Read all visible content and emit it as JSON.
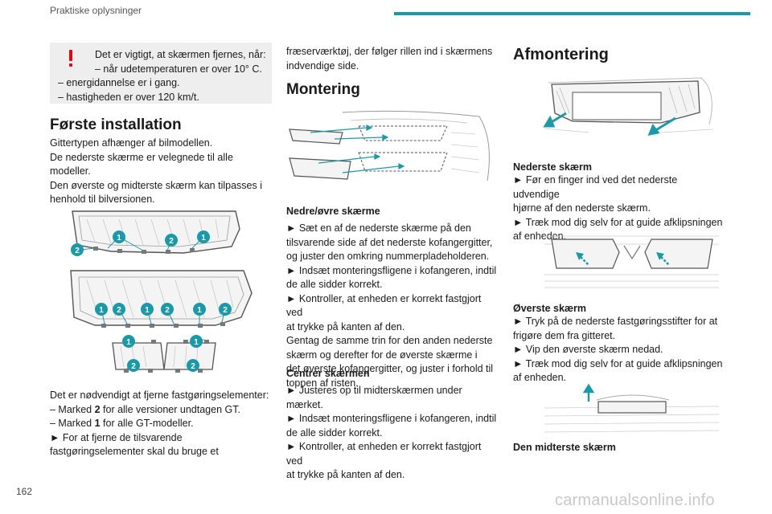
{
  "header": {
    "section": "Praktiske oplysninger",
    "accent": "#1a9aa8"
  },
  "page_number": "162",
  "watermark": "carmanualsonline.info",
  "col1": {
    "warning": {
      "line1": "Det er vigtigt, at skærmen fjernes, når:",
      "line2": "–  når udetemperaturen er over 10° C.",
      "line3": "–  energidannelse er i gang.",
      "line4": "–  hastigheden er over 120 km/t."
    },
    "section_title": "Første installation",
    "intro": [
      "Gittertypen afhænger af bilmodellen.",
      "De nederste skærme er velegnede til alle",
      "modeller.",
      "Den øverste og midterste skærm kan tilpasses i",
      "henhold til bilversionen."
    ],
    "markers": {
      "m1": "1",
      "m2": "2"
    },
    "fasteners": {
      "line1": "Det er nødvendigt at fjerne fastgøringselementer:",
      "line2_pre": "–  Marked ",
      "line2_bold": "2",
      "line2_post": " for alle versioner undtagen GT.",
      "line3_pre": "–  Marked ",
      "line3_bold": "1",
      "line3_post": " for alle GT-modeller.",
      "line4": "►  For at fjerne de tilsvarende",
      "line5": "fastgøringselementer skal du bruge et"
    }
  },
  "col2": {
    "continuation": [
      "fræserværktøj, der følger rillen ind i skærmens",
      "indvendige side."
    ],
    "section_title": "Montering",
    "sub1": {
      "title": "Nedre/øvre skærme",
      "lines": [
        "►  Sæt en af de nederste skærme på den",
        "tilsvarende side af det nederste kofangergitter,",
        "og juster den omkring nummerpladeholderen.",
        "►  Indsæt monteringsfligene i kofangeren, indtil",
        "de alle sidder korrekt.",
        "►  Kontroller, at enheden er korrekt fastgjort ved",
        "at trykke på kanten af den.",
        "Gentag de samme trin for den anden nederste",
        "skærm og derefter for de øverste skærme i",
        "det øverste kofangergitter, og juster i forhold til",
        "toppen af risten."
      ]
    },
    "sub2": {
      "title": "Centrer skærmen",
      "lines": [
        "►  Justeres op til midterskærmen under mærket.",
        "►  Indsæt monteringsfligene i kofangeren, indtil",
        "de alle sidder korrekt.",
        "►  Kontroller, at enheden er korrekt fastgjort ved",
        "at trykke på kanten af den."
      ]
    }
  },
  "col3": {
    "section_title": "Afmontering",
    "sub1": {
      "title": "Nederste skærm",
      "lines": [
        "►  Før en finger ind ved det nederste udvendige",
        "hjørne af den nederste skærm.",
        "►  Træk mod dig selv for at guide afklipsningen",
        "af enheden."
      ]
    },
    "sub2": {
      "title": "Øverste skærm",
      "lines": [
        "►  Tryk på de nederste fastgøringsstifter for at",
        "frigøre dem fra gitteret.",
        "►  Vip den øverste skærm nedad.",
        "►  Træk mod dig selv for at guide afklipsningen",
        "af enheden."
      ]
    },
    "sub3": {
      "title": "Den midterste skærm"
    }
  }
}
